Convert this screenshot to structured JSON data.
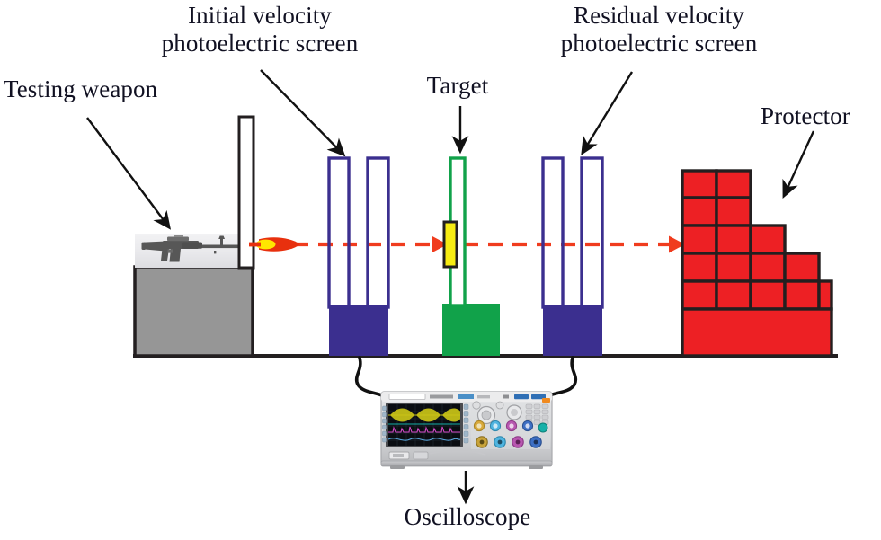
{
  "diagram": {
    "title": "Ballistic testing setup with photoelectric velocity screens",
    "background": "#ffffff"
  },
  "labels": {
    "testing_weapon": "Testing weapon",
    "initial_screen": "Initial velocity\nphotoelectric screen",
    "target": "Target",
    "residual_screen": "Residual velocity\nphotoelectric screen",
    "protector": "Protector",
    "oscilloscope": "Oscilloscope"
  },
  "colors": {
    "screen_blue": "#3b2f8f",
    "screen_outline": "#3b2f8f",
    "target_green": "#11a24a",
    "target_plate_yellow": "#f7ec13",
    "protector_red": "#ed2024",
    "brick_outline": "#231f20",
    "platform_gray": "#969696",
    "trajectory_red": "#f03c1e",
    "bullet_red": "#e8300e",
    "bullet_yellow": "#ffe600",
    "outline_black": "#231f20",
    "text": "#111122",
    "ground": "#231f20"
  },
  "components": {
    "platform": {
      "name": "weapon platform",
      "fill": "#969696"
    },
    "mast": {
      "name": "vertical support mast",
      "fill": "#ffffff"
    },
    "weapon": {
      "name": "rifle",
      "description": "assault rifle side view"
    },
    "bullet": {
      "name": "projectile in flight"
    },
    "trajectory": {
      "name": "bullet trajectory dashed line"
    },
    "initial_screen_unit": {
      "name": "initial velocity photoelectric screen",
      "panels": 2
    },
    "target_unit": {
      "name": "target with armor plate"
    },
    "residual_screen_unit": {
      "name": "residual velocity photoelectric screen",
      "panels": 2
    },
    "protector_unit": {
      "name": "stepped brick protector wall",
      "brick_rows": [
        2,
        2,
        3,
        4,
        5
      ]
    },
    "oscilloscope_unit": {
      "name": "digital storage oscilloscope",
      "channels": 4
    },
    "cables": {
      "name": "signal cables to oscilloscope",
      "count": 2
    }
  },
  "oscilloscope": {
    "brand_mark": "oscilloscope",
    "screen_traces": [
      {
        "name": "channel-1",
        "color": "#c9c417",
        "shape": "amplitude-modulated envelope"
      },
      {
        "name": "channel-2",
        "color": "#16b0a8",
        "shape": "flat line"
      },
      {
        "name": "channel-3",
        "color": "#d44bc8",
        "shape": "noisy pulse train"
      },
      {
        "name": "channel-4",
        "color": "#5ba7dd",
        "shape": "low frequency ripple"
      }
    ],
    "knob_colors": [
      "#d8a93b",
      "#4fb4e0",
      "#b857b0",
      "#3d6fc4",
      "#c9a227"
    ]
  }
}
